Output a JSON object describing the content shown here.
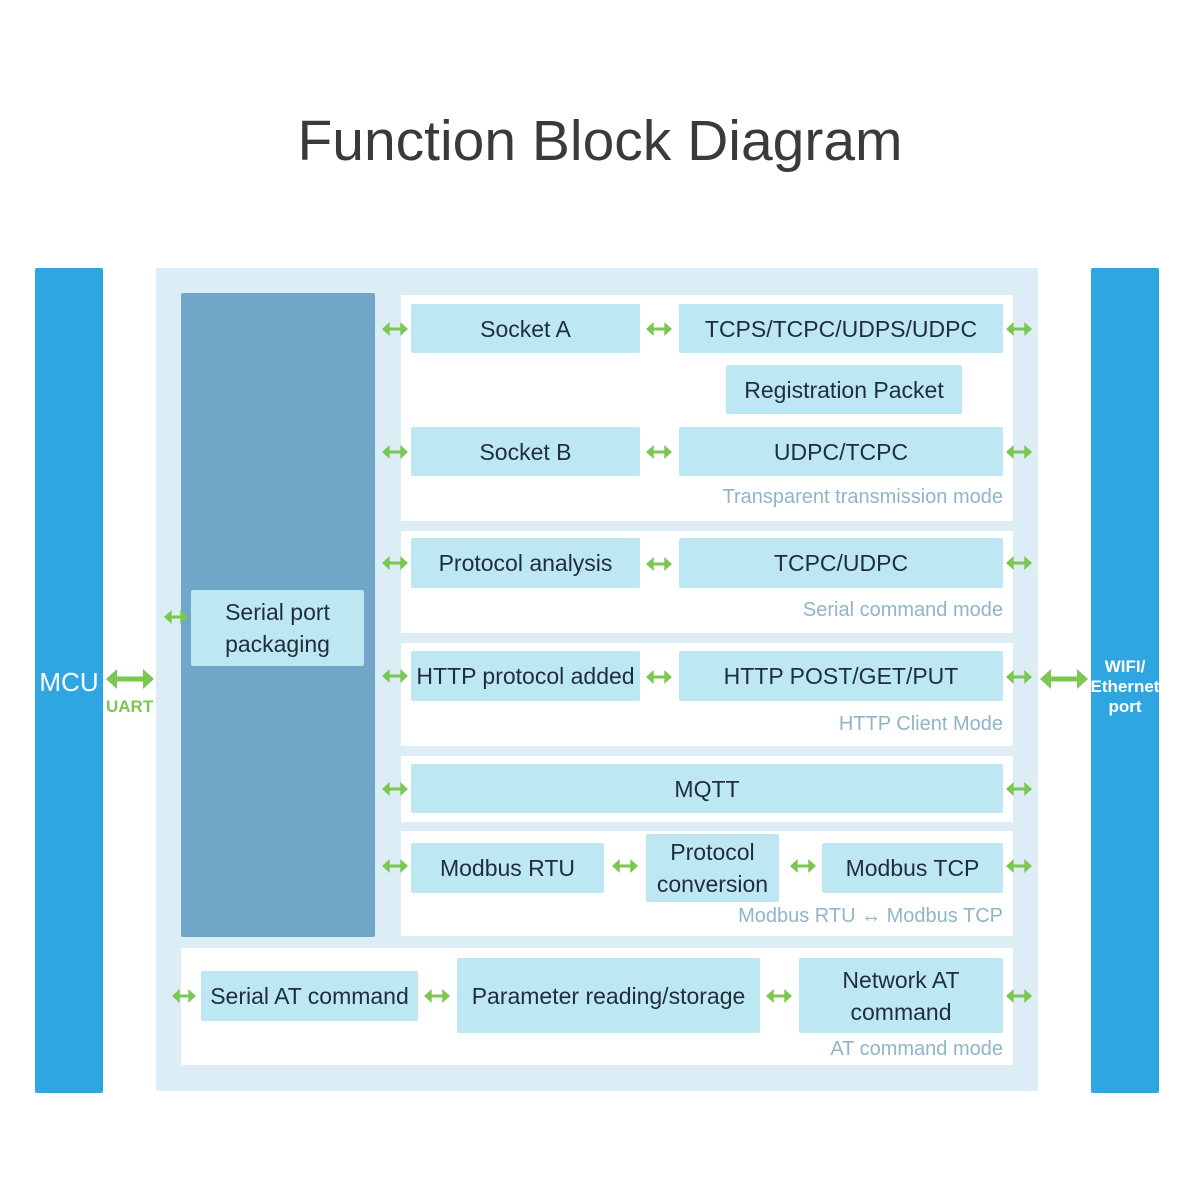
{
  "title": "Function Block Diagram",
  "mcu": {
    "label": "MCU",
    "interface": "UART"
  },
  "port": {
    "label": "WIFI/\nEthernet\nport"
  },
  "serial_packaging": "Serial port\npackaging",
  "transparent": {
    "socket_a": "Socket A",
    "socket_a_proto": "TCPS/TCPC/UDPS/UDPC",
    "registration": "Registration Packet",
    "socket_b": "Socket B",
    "socket_b_proto": "UDPC/TCPC",
    "mode": "Transparent transmission mode"
  },
  "serial_command": {
    "analysis": "Protocol analysis",
    "proto": "TCPC/UDPC",
    "mode": "Serial command mode"
  },
  "http": {
    "added": "HTTP protocol added",
    "methods": "HTTP POST/GET/PUT",
    "mode": "HTTP Client Mode"
  },
  "mqtt": {
    "label": "MQTT"
  },
  "modbus": {
    "rtu": "Modbus RTU",
    "conversion": "Protocol\nconversion",
    "tcp": "Modbus TCP",
    "mode": "Modbus RTU ↔ Modbus TCP"
  },
  "at": {
    "serial": "Serial AT command",
    "param": "Parameter reading/storage",
    "network": "Network AT\ncommand",
    "mode": "AT command mode"
  },
  "colors": {
    "module": "#2fa6e2",
    "arrow": "#7cc652",
    "box": "#bde7f2",
    "serial_column": "#70a7c9"
  }
}
